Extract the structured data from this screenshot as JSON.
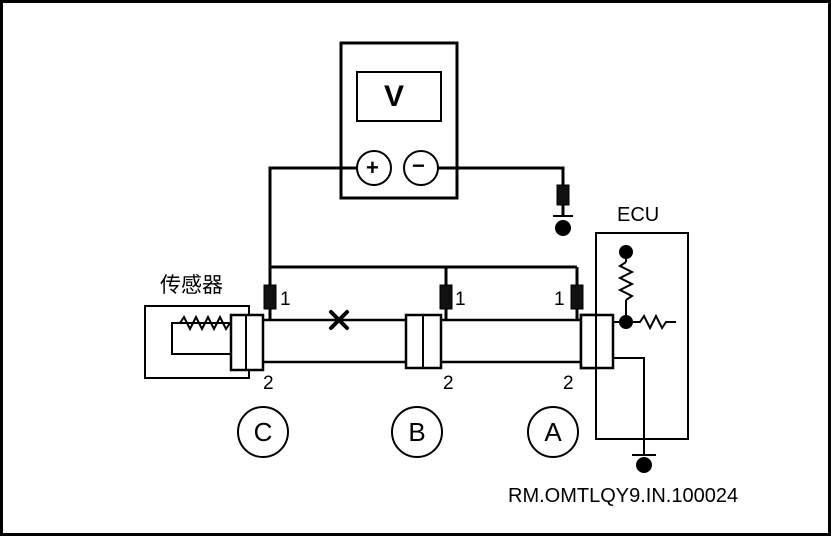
{
  "meter": {
    "display": "V",
    "plus": "+",
    "minus": "−"
  },
  "ecu": {
    "label": "ECU"
  },
  "sensor": {
    "label": "传感器"
  },
  "connectors": [
    {
      "id": "C",
      "pin_top": "",
      "pin_bottom": "2"
    },
    {
      "id": "B",
      "pin_top": "1",
      "pin_bottom": "2"
    },
    {
      "id": "A",
      "pin_top": "1",
      "pin_bottom": "2"
    }
  ],
  "sensor_pin_top": "1",
  "reference": "RM.OMTLQY9.IN.100024"
}
